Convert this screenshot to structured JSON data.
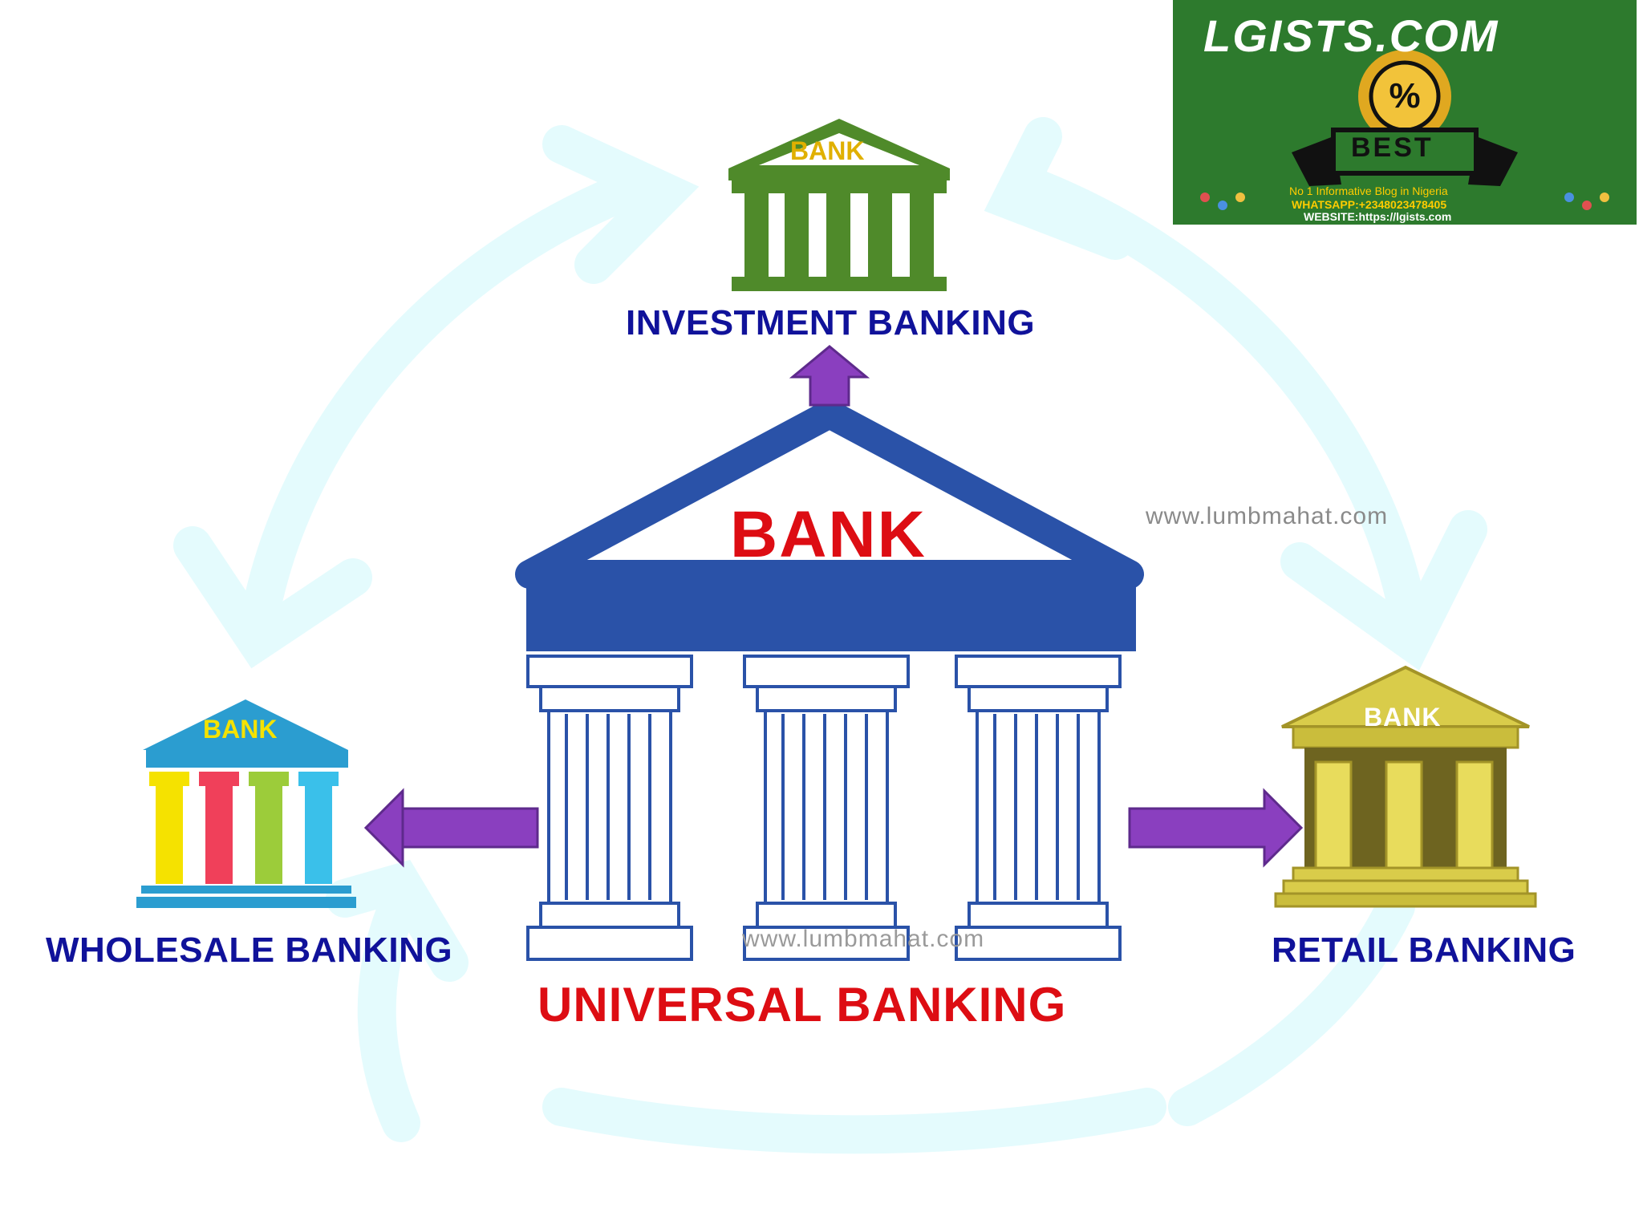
{
  "diagram": {
    "center": {
      "bank_text": "BANK",
      "label": "UNIVERSAL BANKING"
    },
    "nodes": {
      "investment": {
        "label": "INVESTMENT BANKING",
        "bank_text": "BANK"
      },
      "wholesale": {
        "label": "WHOLESALE BANKING",
        "bank_text": "BANK"
      },
      "retail": {
        "label": "RETAIL BANKING",
        "bank_text": "BANK"
      }
    },
    "watermarks": [
      "www.lumbmahat.com",
      "www.lumbmahat.com"
    ]
  },
  "logo": {
    "title": "LGISTS.COM",
    "badge_text": "BEST",
    "tagline": "No 1 Informative Blog in Nigeria",
    "whatsapp": "WHATSAPP:+2348023478405",
    "website": "WEBSITE:https://lgists.com"
  },
  "colors": {
    "main_blue": "#2a52a8",
    "label_blue": "#10129a",
    "label_red": "#dd0d13",
    "arrow_purple": "#8a3fbf",
    "invest_green": "#4f8a2a",
    "retail_gold": "#d9cc4a",
    "logo_green": "#2d7a2d",
    "cycle_cyan": "#e4fbfd"
  }
}
